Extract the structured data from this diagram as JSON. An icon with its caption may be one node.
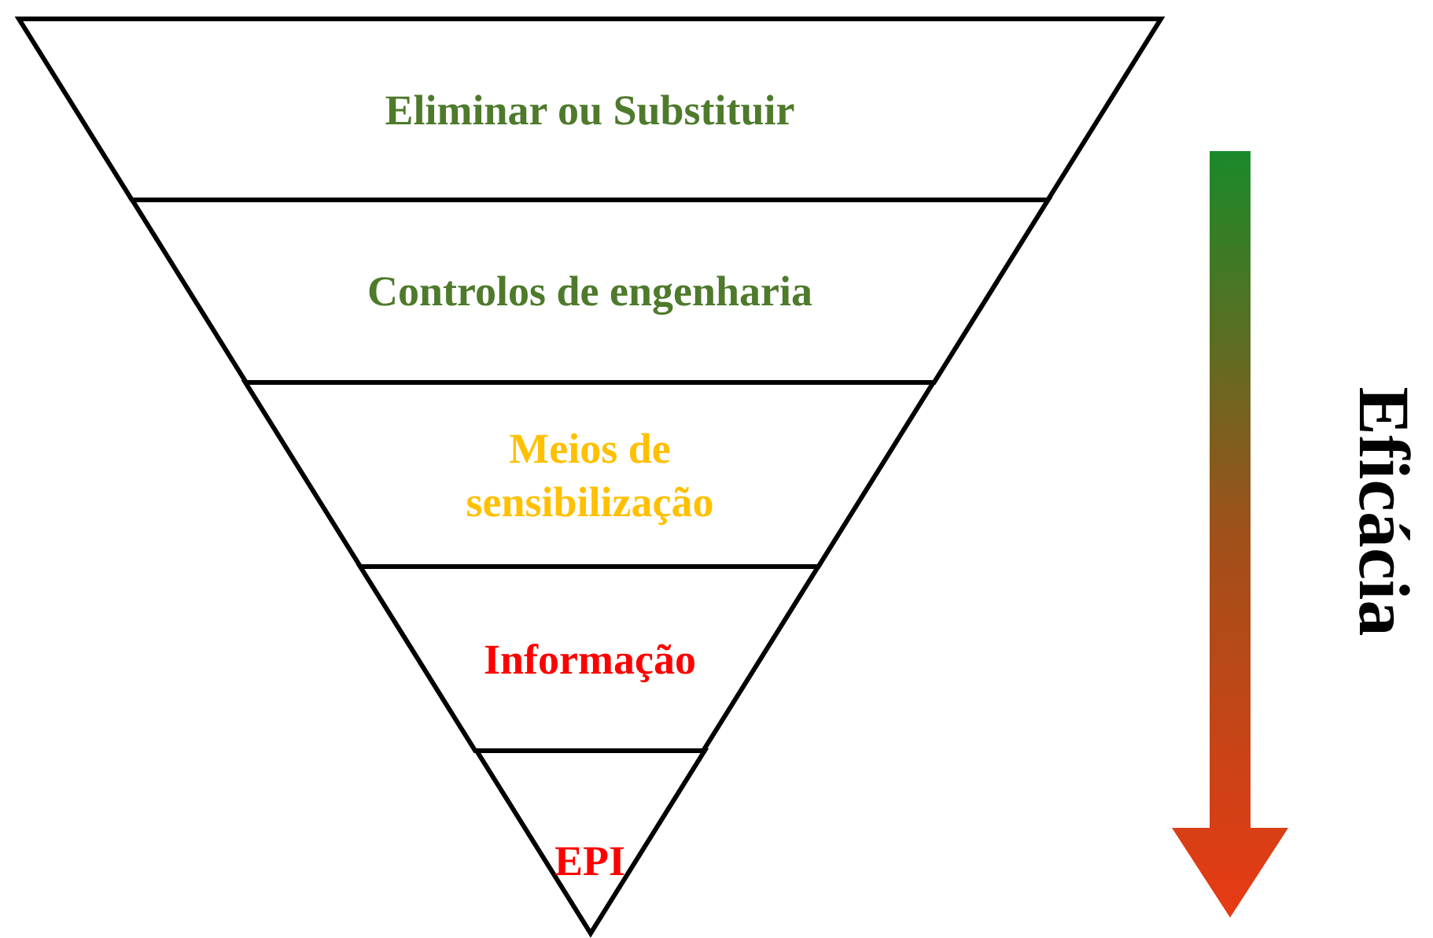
{
  "diagram": {
    "nodes": [
      {
        "text": [
          "Eliminar ou Substituir"
        ]
      },
      {
        "text": [
          "Controlos de engenharia"
        ]
      },
      {
        "text": [
          "Meios de sensibilização"
        ]
      },
      {
        "text": [
          "Informação"
        ]
      },
      {
        "text": [
          "EPI"
        ]
      }
    ],
    "labels": [
      "Eficácia"
    ]
  }
}
